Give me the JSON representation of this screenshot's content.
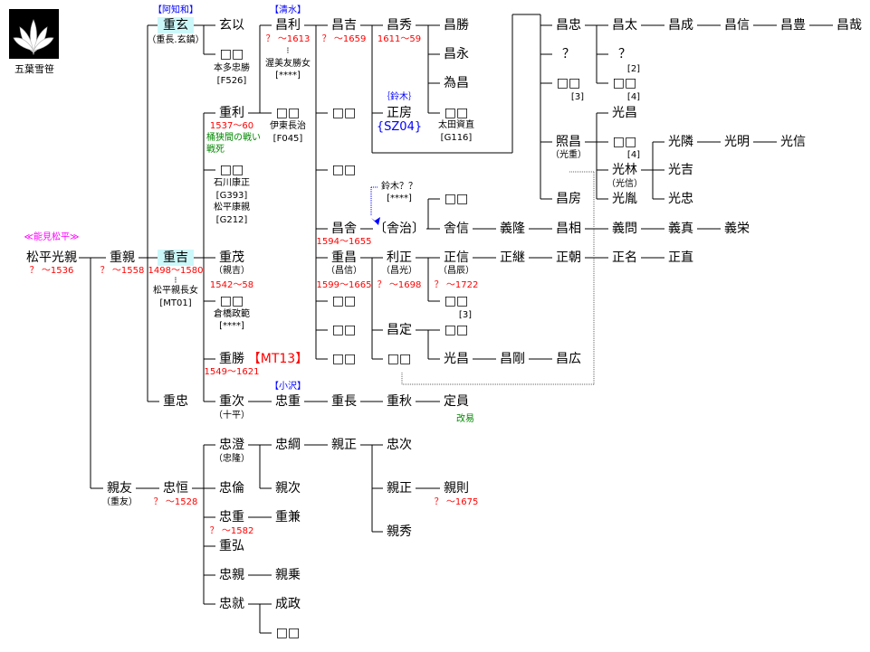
{
  "crest": {
    "label": "五葉雪笹"
  },
  "people": [
    "重玄",
    "玄以",
    "昌利",
    "昌吉",
    "昌秀",
    "昌勝",
    "昌忠",
    "昌太",
    "昌成",
    "昌信",
    "昌豊",
    "昌哉",
    "□□",
    "昌永",
    "？",
    "？",
    "為昌",
    "□□",
    "□□",
    "重利",
    "□□",
    "□□",
    "正房",
    "□□",
    "光昌",
    "照昌",
    "□□",
    "光隣",
    "光明",
    "光信",
    "□□",
    "□□",
    "光林",
    "光吉",
    "□□",
    "昌房",
    "光胤",
    "光忠",
    "昌舎",
    "〔舎治〕",
    "舎信",
    "義隆",
    "昌相",
    "義問",
    "義真",
    "義栄",
    "松平光親",
    "重親",
    "重吉",
    "重茂",
    "重昌",
    "利正",
    "正信",
    "正継",
    "正朝",
    "正名",
    "正直",
    "□□",
    "□□",
    "□□",
    "□□",
    "昌定",
    "□□",
    "重勝",
    "□□",
    "□□",
    "光昌",
    "昌剛",
    "昌広",
    "重忠",
    "重次",
    "忠重",
    "重長",
    "重秋",
    "定員",
    "忠澄",
    "忠綱",
    "親正",
    "忠次",
    "親友",
    "忠恒",
    "忠倫",
    "親次",
    "親正",
    "親則",
    "忠重",
    "重兼",
    "親秀",
    "重弘",
    "忠親",
    "親乗",
    "忠就",
    "成政",
    "□□"
  ],
  "notes": [
    "【阿知和】",
    "（重長.玄鎮）",
    "本多忠勝",
    "[F526]",
    "【清水】",
    "？ ～1613",
    "⁝",
    "渥美友勝女",
    "[****]",
    "？ ～1659",
    "1611～59",
    "｛鈴木｝",
    "{SZ04}",
    "太田資直",
    "[G116]",
    "[2]",
    "[3]",
    "[4]",
    "伊東長治",
    "[F045]",
    "1537～60",
    "桶狭間の戦い",
    "戦死",
    "（光重）",
    "[4]",
    "（光信）",
    "石川康正",
    "[G393]",
    "松平康親",
    "[G212]",
    "鈴木？？",
    "[****]",
    "1594～1655",
    "≪能見松平≫",
    "？ ～1536",
    "？ ～1558",
    "1498～1580",
    "⁝",
    "松平親長女",
    "[MT01]",
    "（親吉）",
    "1542～58",
    "（昌信）",
    "1599～1665",
    "（昌光）",
    "？ ～1698",
    "（昌辰）",
    "？ ～1722",
    "倉橋政範",
    "[****]",
    "[3]",
    "【MT13】",
    "1549～1621",
    "【小沢】",
    "（十平）",
    "改易",
    "（忠隆）",
    "（重友）",
    "？ ～1528",
    "？ ～1582",
    "？ ～1675"
  ],
  "colors": {
    "highlight": "#ccf8fa",
    "dates": "#ff0000",
    "family": "#0000ff",
    "notes": "#008800",
    "house": "#ff00ff"
  }
}
